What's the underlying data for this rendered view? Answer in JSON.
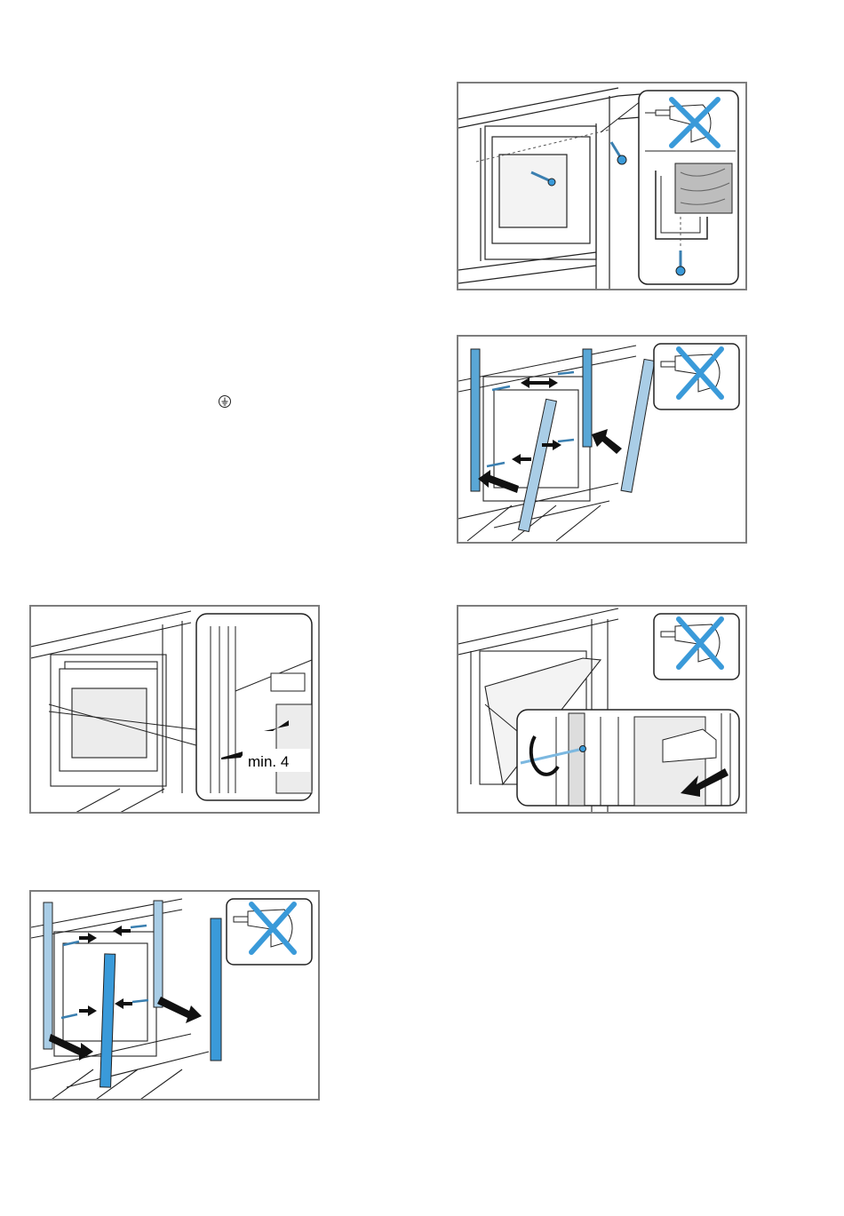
{
  "figures": [
    {
      "id": "fig-screw-oven",
      "label": ""
    },
    {
      "id": "fig-blue-strips-fit",
      "label": ""
    },
    {
      "id": "fig-gap-min",
      "label": "min. 4"
    },
    {
      "id": "fig-door-adjust",
      "label": ""
    },
    {
      "id": "fig-blue-strips-remove",
      "label": ""
    }
  ],
  "symbols": {
    "earth": "earth-ground-symbol",
    "no_drill": "no-drill-icon",
    "screw": "screw-icon",
    "arrow": "arrow-icon"
  },
  "colors": {
    "accent_blue": "#3a9ad9",
    "strip_blue": "#5aa7d6",
    "frame_gray": "#7d7d7d",
    "line": "#1a1a1a"
  }
}
